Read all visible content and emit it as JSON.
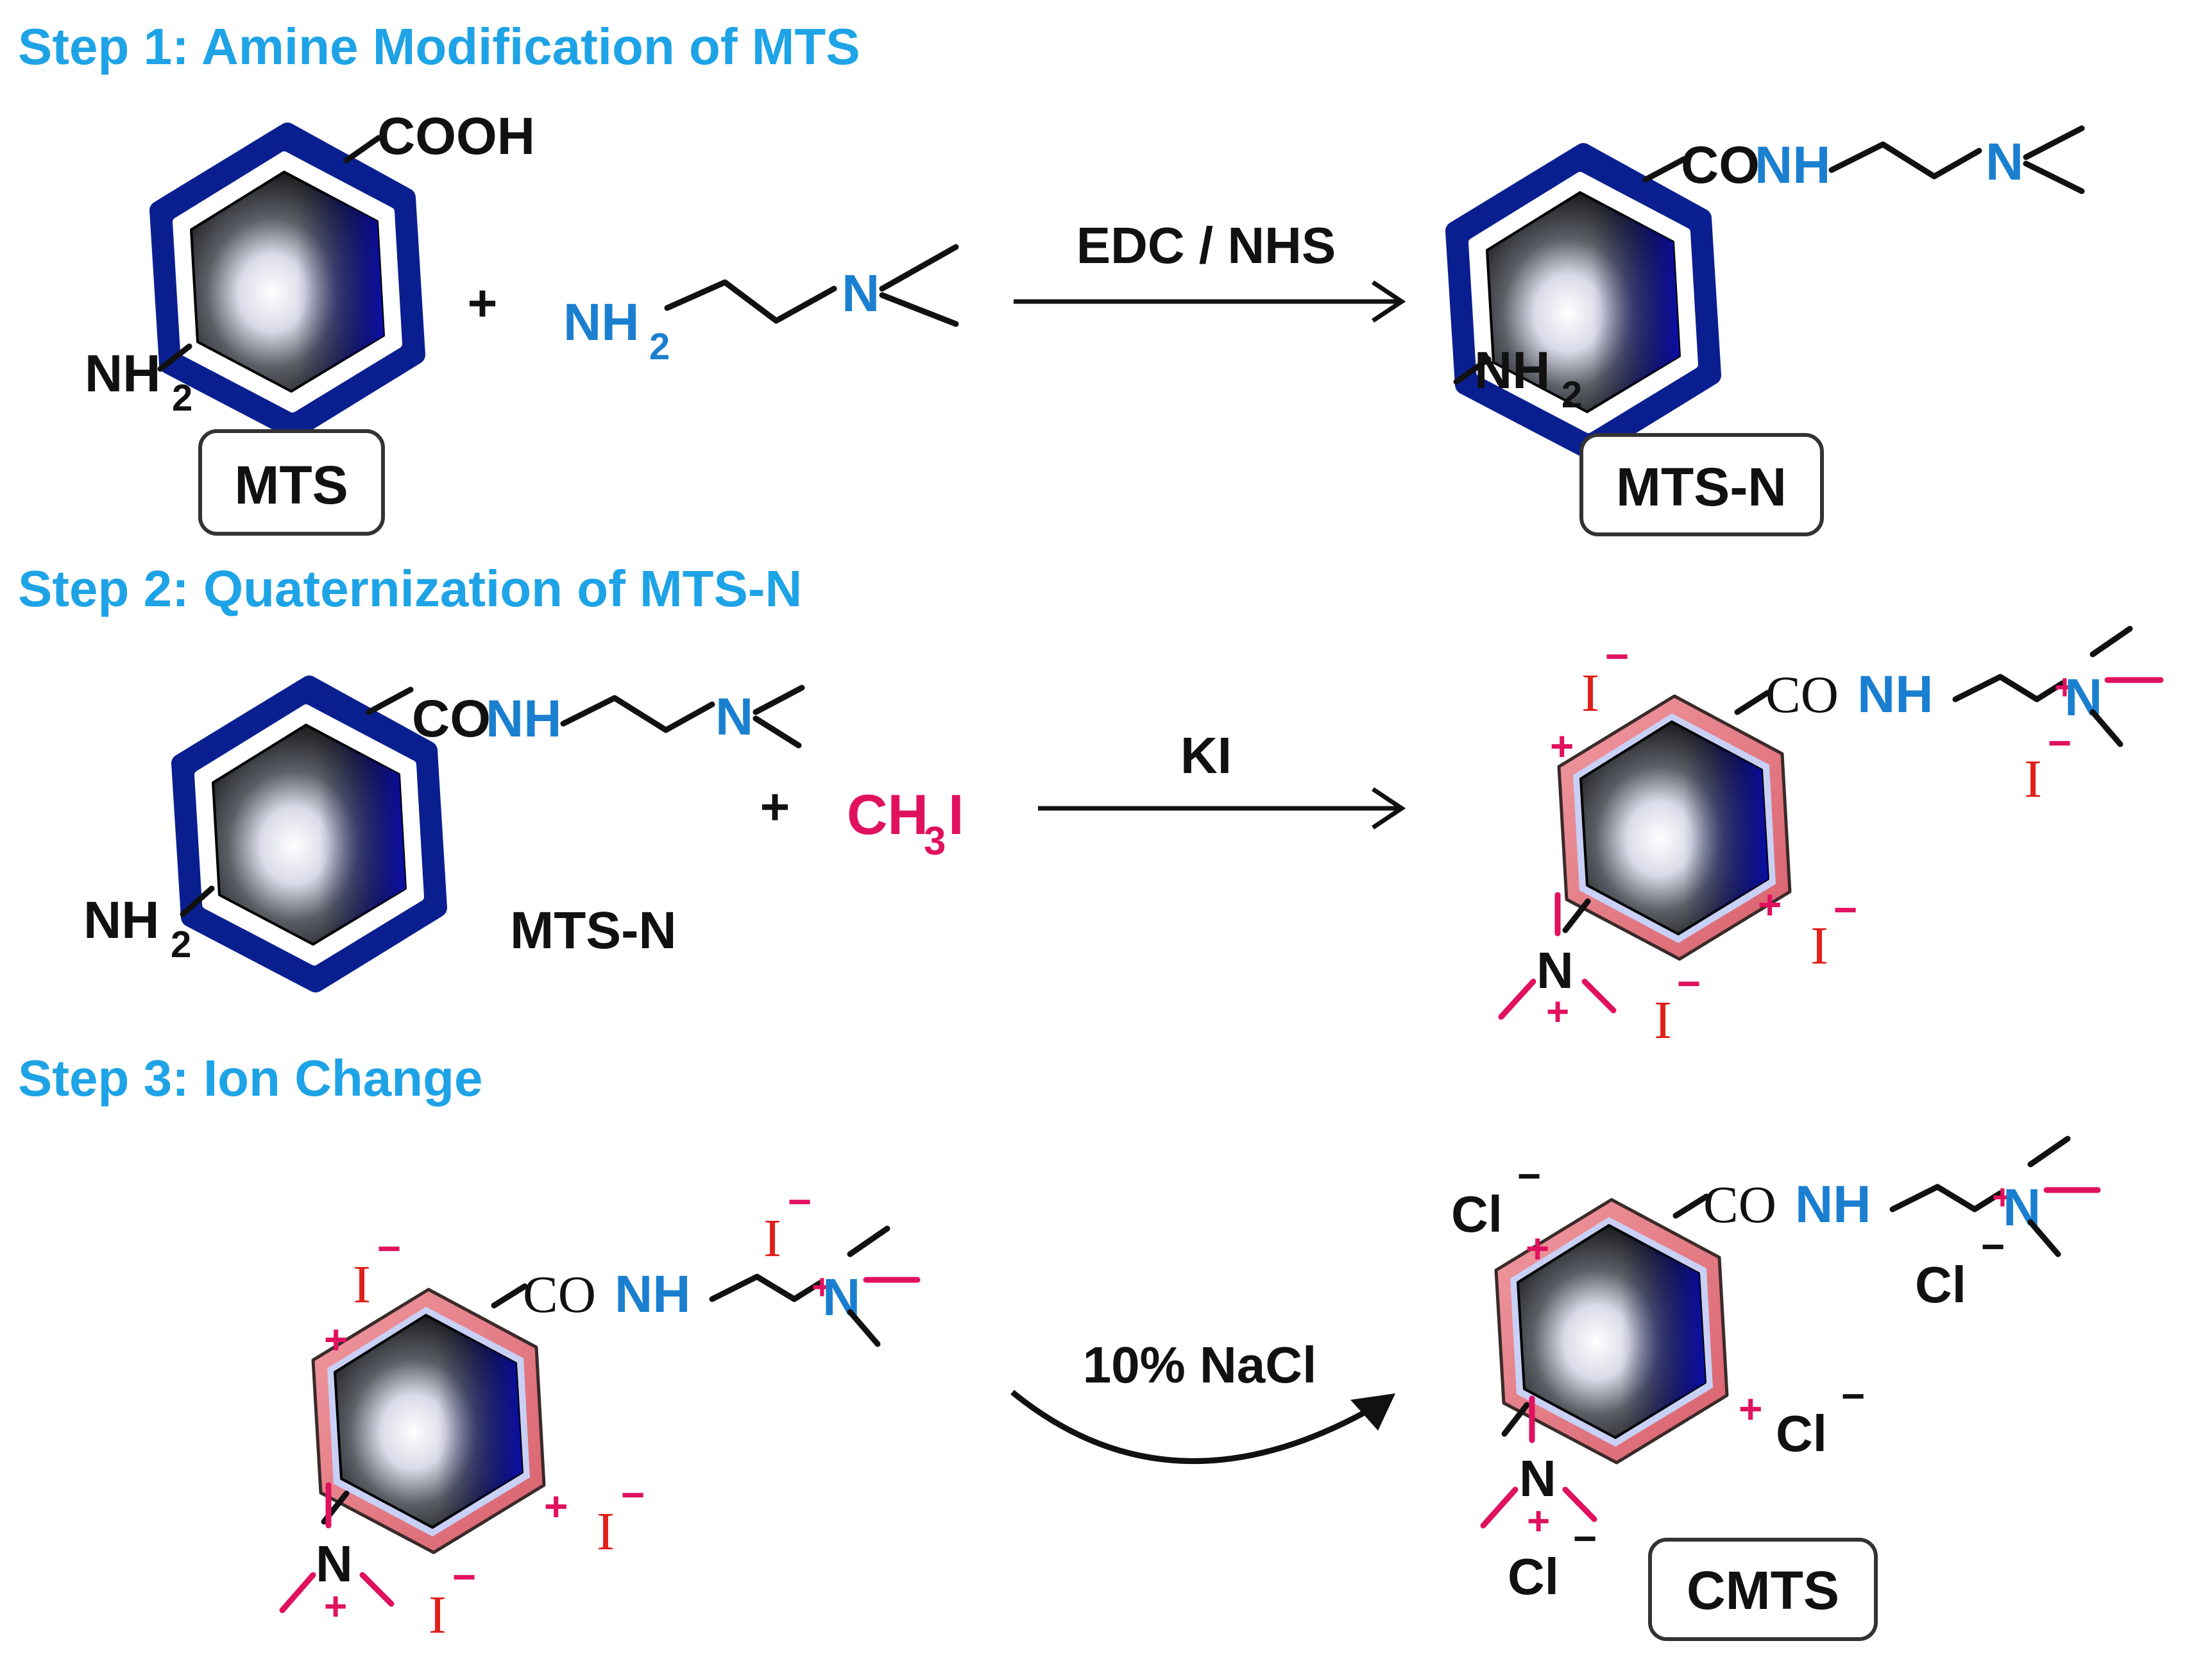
{
  "steps": [
    {
      "title": "Step 1: Amine Modification of MTS"
    },
    {
      "title": "Step 2: Quaternization of MTS-N"
    },
    {
      "title": "Step 3: Ion Change"
    }
  ],
  "step1": {
    "reactant_label": "MTS",
    "product_label": "MTS-N",
    "reagent": "EDC / NHS",
    "plus": "+",
    "cooh": "COOH",
    "co": "CO",
    "nh": "NH",
    "n": "N",
    "nh2_main": "NH",
    "nh2_sub": "2"
  },
  "step2": {
    "reactant_label": "MTS-N",
    "reagent": "KI",
    "plus": "+",
    "ch": "CH",
    "ch_sub": "3",
    "i": "I",
    "co": "CO",
    "nh": "NH",
    "n": "N",
    "nh2_main": "NH",
    "nh2_sub": "2",
    "iodide": "I",
    "minus": "−",
    "plus_charge": "+"
  },
  "step3": {
    "reagent": "10% NaCl",
    "product_label": "CMTS",
    "co": "CO",
    "nh": "NH",
    "n": "N",
    "iodide": "I",
    "chloride": "Cl",
    "minus": "−",
    "plus_charge": "+"
  },
  "colors": {
    "title": "#1ea3e6",
    "heteroatom": "#1b7fd0",
    "methyl": "#e0115f",
    "iodide": "#e0201a",
    "shell_blue": "#0a1f8f",
    "shell_pink": "#e0707a"
  }
}
